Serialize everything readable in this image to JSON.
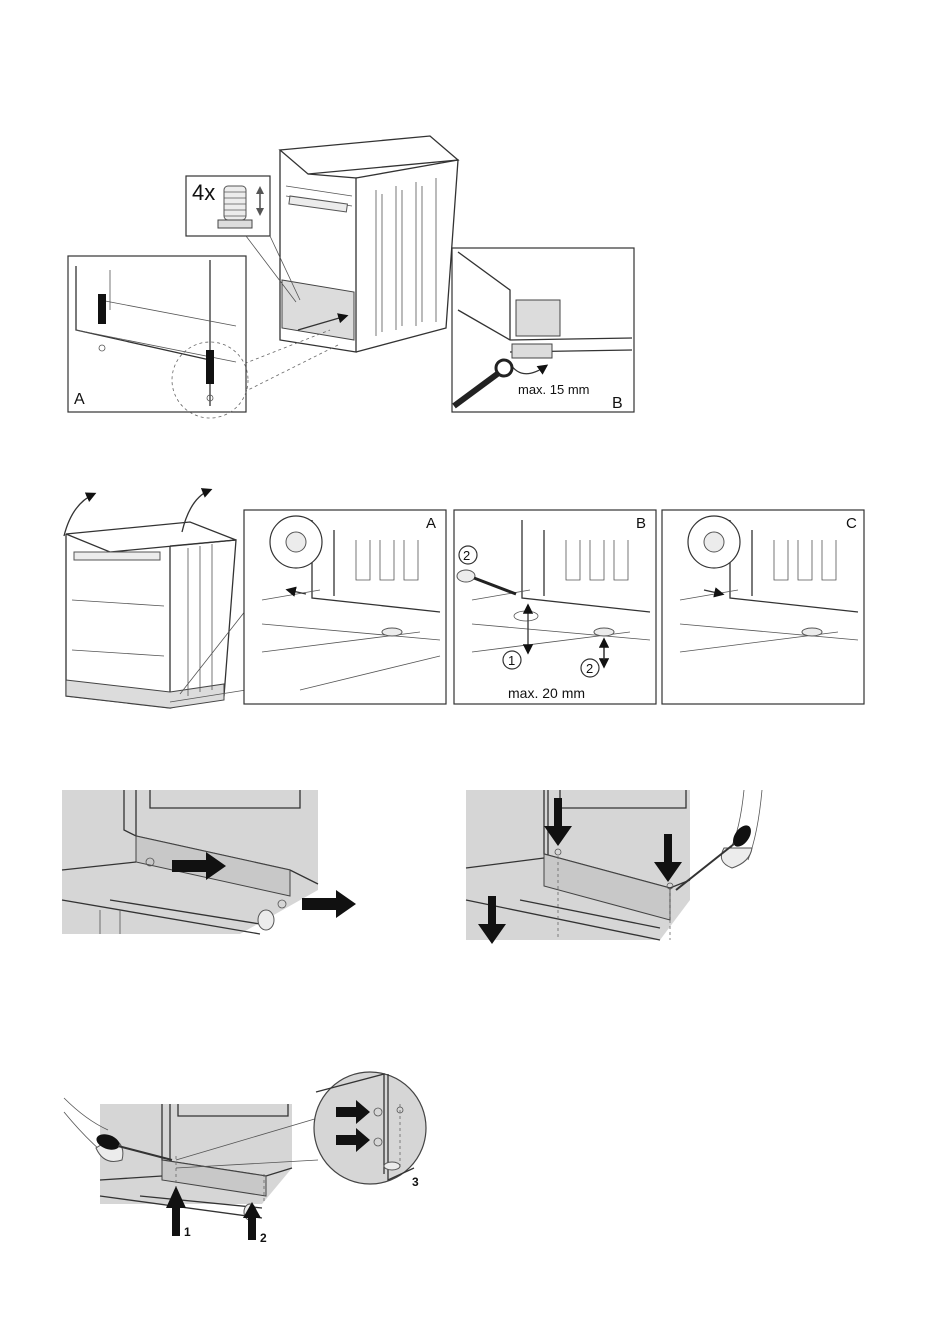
{
  "figure1": {
    "badge": "4x",
    "inset_a_label": "A",
    "inset_b_label": "B",
    "inset_b_note": "max. 15 mm"
  },
  "figure2": {
    "panel_a_label": "A",
    "panel_b_label": "B",
    "panel_c_label": "C",
    "panel_b_step_1": "1",
    "panel_b_step_2a": "2",
    "panel_b_step_2b": "2",
    "panel_b_note": "max. 20 mm"
  },
  "figure5": {
    "arrow_1": "1",
    "arrow_2": "2",
    "callout_3": "3"
  }
}
